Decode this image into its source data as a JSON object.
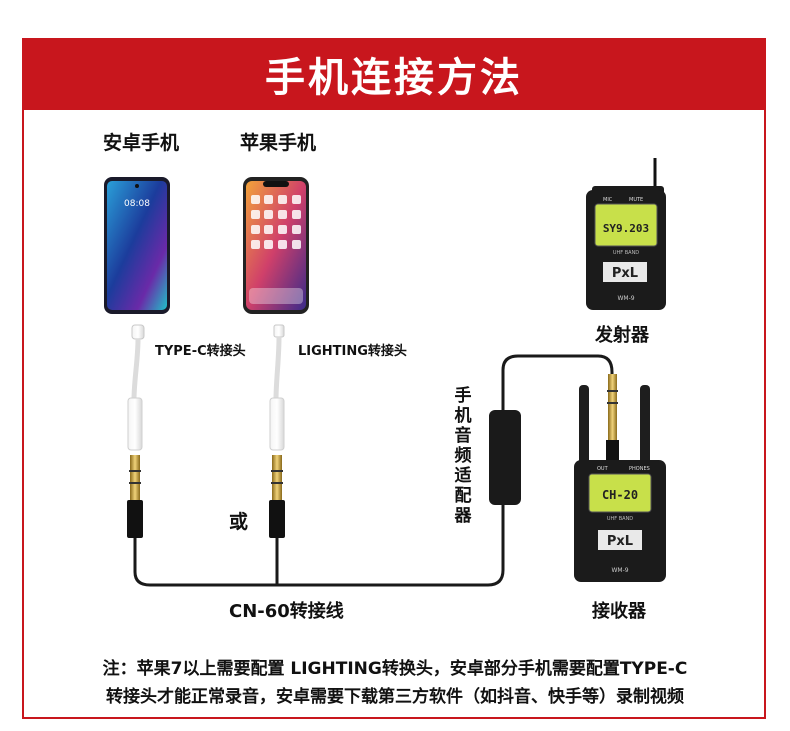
{
  "title": "手机连接方法",
  "android": {
    "label": "安卓手机",
    "time": "08:08"
  },
  "apple": {
    "label": "苹果手机"
  },
  "typec_label": "TYPE-C转接头",
  "lighting_label": "LIGHTING转接头",
  "or_label": "或",
  "cable_label": "CN-60转接线",
  "adapter_label": "手机音频适配器",
  "transmitter": {
    "label": "发射器",
    "model": "WM-9",
    "mic": "MIC",
    "mute": "MUTE",
    "lcd": "SY9.203",
    "band": "UHF BAND",
    "logo": "PxL"
  },
  "receiver": {
    "label": "接收器",
    "model": "WM-9",
    "out": "OUT",
    "phones": "PHONES",
    "lcd": "CH-20",
    "band": "UHF BAND",
    "logo": "PxL"
  },
  "note": {
    "line1": "注：苹果7以上需要配置 LIGHTING转换头，安卓部分手机需要配置TYPE-C",
    "line2": "转接头才能正常录音，安卓需要下载第三方软件（如抖音、快手等）录制视频"
  },
  "colors": {
    "brand": "#c8161d",
    "lcd": "#c8e04a",
    "device": "#1b1b1b"
  }
}
